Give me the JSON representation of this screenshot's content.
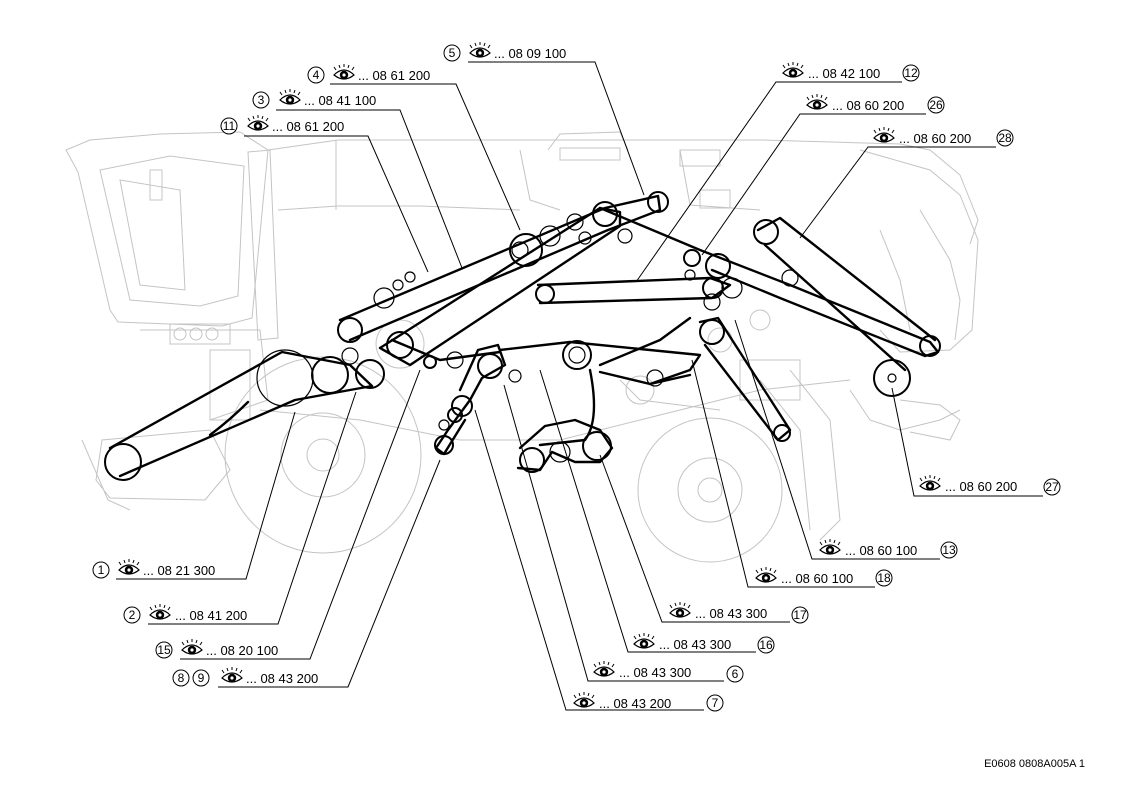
{
  "diagram": {
    "reference_code": "E0608 0808A005A 1",
    "callouts": [
      {
        "ids": [
          "5"
        ],
        "id_side": "left",
        "text": "... 08 09 100"
      },
      {
        "ids": [
          "4"
        ],
        "id_side": "left",
        "text": "... 08 61 200"
      },
      {
        "ids": [
          "3"
        ],
        "id_side": "left",
        "text": "... 08 41 100"
      },
      {
        "ids": [
          "11"
        ],
        "id_side": "left",
        "text": "... 08 61 200"
      },
      {
        "ids": [
          "12"
        ],
        "id_side": "right",
        "text": "... 08 42 100"
      },
      {
        "ids": [
          "26"
        ],
        "id_side": "right",
        "text": "... 08 60 200"
      },
      {
        "ids": [
          "28"
        ],
        "id_side": "right",
        "text": "... 08 60 200"
      },
      {
        "ids": [
          "27"
        ],
        "id_side": "right",
        "text": "... 08 60 200"
      },
      {
        "ids": [
          "13"
        ],
        "id_side": "right",
        "text": "... 08 60 100"
      },
      {
        "ids": [
          "18"
        ],
        "id_side": "right",
        "text": "... 08 60 100"
      },
      {
        "ids": [
          "17"
        ],
        "id_side": "right",
        "text": "... 08 43 300"
      },
      {
        "ids": [
          "16"
        ],
        "id_side": "right",
        "text": "... 08 43 300"
      },
      {
        "ids": [
          "6"
        ],
        "id_side": "right",
        "text": "... 08 43 300"
      },
      {
        "ids": [
          "7"
        ],
        "id_side": "right",
        "text": "... 08 43 200"
      },
      {
        "ids": [
          "1"
        ],
        "id_side": "left",
        "text": "... 08 21 300"
      },
      {
        "ids": [
          "2"
        ],
        "id_side": "left",
        "text": "... 08 41 200"
      },
      {
        "ids": [
          "15"
        ],
        "id_side": "left",
        "text": "... 08 20 100"
      },
      {
        "ids": [
          "8",
          "9"
        ],
        "id_side": "left",
        "text": "... 08 43 200"
      }
    ]
  }
}
